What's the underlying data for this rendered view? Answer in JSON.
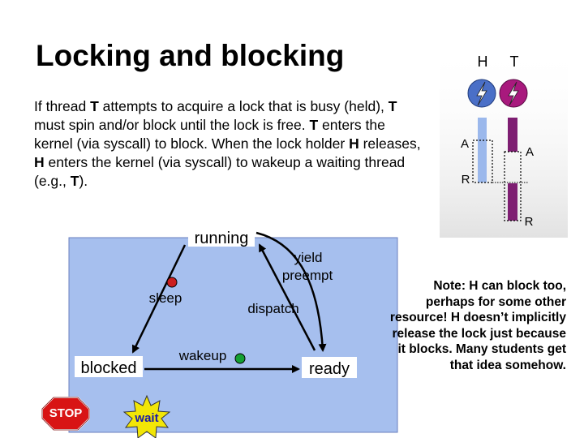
{
  "title": "Locking and blocking",
  "body": {
    "p1": "If thread ",
    "t1": "T",
    "p2": " attempts to acquire a lock that is busy (held), ",
    "t2": "T",
    "p3": " must spin and/or block until the lock is free. ",
    "t3": "T",
    "p4": " enters the kernel (via syscall) to block. When the lock holder ",
    "h1": "H",
    "p5": " releases, ",
    "h2": "H",
    "p6": " enters the kernel (via syscall) to wakeup a waiting thread (e.g., ",
    "t4": "T",
    "p7": ")."
  },
  "diagram": {
    "states": {
      "running": "running",
      "blocked": "blocked",
      "ready": "ready"
    },
    "transitions": {
      "sleep": "sleep",
      "wakeup": "wakeup",
      "dispatch": "dispatch",
      "yield": "yield",
      "preempt": "preempt"
    },
    "stop_sign": "STOP",
    "wait_sign": "wait",
    "colors": {
      "panel": "#a6bfee",
      "panel_border": "#6a7fbf",
      "sleep_dot": "#cc1f1f",
      "wakeup_dot": "#14a032",
      "stop": "#d81414",
      "wait": "#f2e606"
    }
  },
  "lock_figure": {
    "thread_h": "H",
    "thread_t": "T",
    "acquire_h": "A",
    "acquire_t": "A",
    "release_h": "R",
    "release_t": "R",
    "colors": {
      "h_bar": "#9bb8ec",
      "t_bar": "#7e1e72",
      "h_circle": "#4a6fc7",
      "t_circle": "#a8197d"
    }
  },
  "note": {
    "label": "Note",
    "p1": ": ",
    "h1": "H",
    "p2": " can block too, perhaps for some other resource!  ",
    "h2": "H",
    "p3": " doesn’t implicitly release the lock just because it blocks.  Many students get that idea somehow."
  }
}
